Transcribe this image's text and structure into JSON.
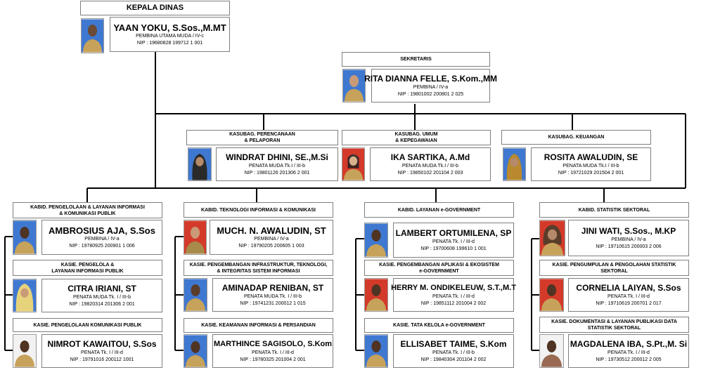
{
  "colors": {
    "line": "#000000",
    "border": "#7f7f7f",
    "bg_blue": "#3f78d0",
    "bg_red": "#d43a2a",
    "bg_white": "#f2f2f2"
  },
  "head": {
    "title": "KEPALA DINAS",
    "name": "YAAN YOKU, S.Sos.,M.MT",
    "rank": "PEMBINA UTAMA MUDA / IV-c",
    "nip": "NIP : 19680828 199712 1 001",
    "photo_icon": "portrait-photo"
  },
  "secretary": {
    "title": "SEKRETARIS",
    "name": "RITA DIANNA FELLE, S.Kom.,MM",
    "rank": "PEMBINA / IV-a",
    "nip": "NIP : 19801002 200801 2 025",
    "photo_icon": "portrait-photo"
  },
  "subdivisions": [
    {
      "title": "KASUBAG. PERENCANAAN\n& PELAPORAN",
      "name": "WINDRAT DHINI, SE.,M.Si",
      "rank": "PENATA MUDA Tk.I / III-b",
      "nip": "NIP : 19801126 201306 2 001"
    },
    {
      "title": "KASUBAG. UMUM\n& KEPEGAWAIAN",
      "name": "IKA SARTIKA, A.Md",
      "rank": "PENATA MUDA Tk.I / III-b",
      "nip": "NIP : 19850102 201104 2 003"
    },
    {
      "title": "KASUBAG. KEUANGAN",
      "name": "ROSITA AWALUDIN, SE",
      "rank": "PENATA MUDA Tk.I / III-b",
      "nip": "NIP : 19721029 201504 2 001"
    }
  ],
  "divisions": [
    {
      "title": "KABID. PENGELOLAAN & LAYANAN INFORMASI\n& KOMUNIKASI PUBLIK",
      "name": "AMBROSIUS AJA, S.Sos",
      "rank": "PEMBINA / IV-a",
      "nip": "NIP : 19780925 200901 1 006",
      "sections": [
        {
          "title": "KASIE. PENGELOLA &\nLAYANAN INFORMASI PUBLIK",
          "name": "CITRA IRIANI, ST",
          "rank": "PENATA MUDA Tk. I / III-b",
          "nip": "NIP : 19820314 201306 2 001"
        },
        {
          "title": "KASIE. PENGELOLAAN KOMUNIKASI PUBLIK",
          "name": "NIMROT KAWAITOU, S.Sos",
          "rank": "PENATA Tk. I / III-d",
          "nip": "NIP : 19791016 200112 1001"
        }
      ]
    },
    {
      "title": "KABID. TEKNOLOGI INFORMASI & KOMUNIKASI",
      "name": "MUCH. N. AWALUDIN, ST",
      "rank": "PEMBINA / IV-a",
      "nip": "NIP : 19790205 200605 1 003",
      "sections": [
        {
          "title": "KASIE. PENGEMBANGAN INFRASTRUKTUR, TEKNOLOGI,\n& INTEGRITAS SISTEM INFORMASI",
          "name": "AMINADAP RENIBAN, ST",
          "rank": "PENATA MUDA Tk. I / III-b",
          "nip": "NIP : 19741231 200012 1 015"
        },
        {
          "title": "KASIE. KEAMANAN INFORMASI & PERSANDIAN",
          "name": "MARTHINCE SAGISOLO, S.Kom",
          "rank": "PENATA Tk. I / III-d",
          "nip": "NIP : 19780325 201004 2 001"
        }
      ]
    },
    {
      "title": "KABID. LAYANAN e-GOVERNMENT",
      "name": "LAMBERT ORTUMILENA, SP",
      "rank": "PENATA Tk. I / III-d",
      "nip": "NIP : 19700608 199610 1 001",
      "sections": [
        {
          "title": "KASIE. PENGEMBANGAN APLIKASI & EKOSISTEM\ne-GOVERNMENT",
          "name": "HERRY M. ONDIKELEUW, S.T.,M.T",
          "rank": "PENATA Tk. I / III-d",
          "nip": "NIP : 19851112 201004 2 002"
        },
        {
          "title": "KASIE. TATA KELOLA e-GOVERNMENT",
          "name": "ELLISABET TAIME, S.Kom",
          "rank": "PENATA Tk. I / III-b",
          "nip": "NIP : 19840304 201104 2 002"
        }
      ]
    },
    {
      "title": "KABID. STATISTIK SEKTORAL",
      "name": "JINI WATI, S.Sos., M.KP",
      "rank": "PEMBINA / IV-a",
      "nip": "NIP : 19710615 200003 2 006",
      "sections": [
        {
          "title": "KASIE. PENGUMPULAN & PENGOLAHAN STATISTIK\nSEKTORAL",
          "name": "CORNELIA LAIYAN, S.Sos",
          "rank": "PENATA Tk. I / III-d",
          "nip": "NIP : 19710619 200701 2 017"
        },
        {
          "title": "KASIE. DOKUMENTASI & LAYANAN PUBLIKASI DATA\nSTATISTIK SEKTORAL",
          "name": "MAGDALENA IBA, S.Pt.,M. Si",
          "rank": "PENATA Tk. I / III-d",
          "nip": "NIP : 19730512 200012 2 005"
        }
      ]
    }
  ]
}
